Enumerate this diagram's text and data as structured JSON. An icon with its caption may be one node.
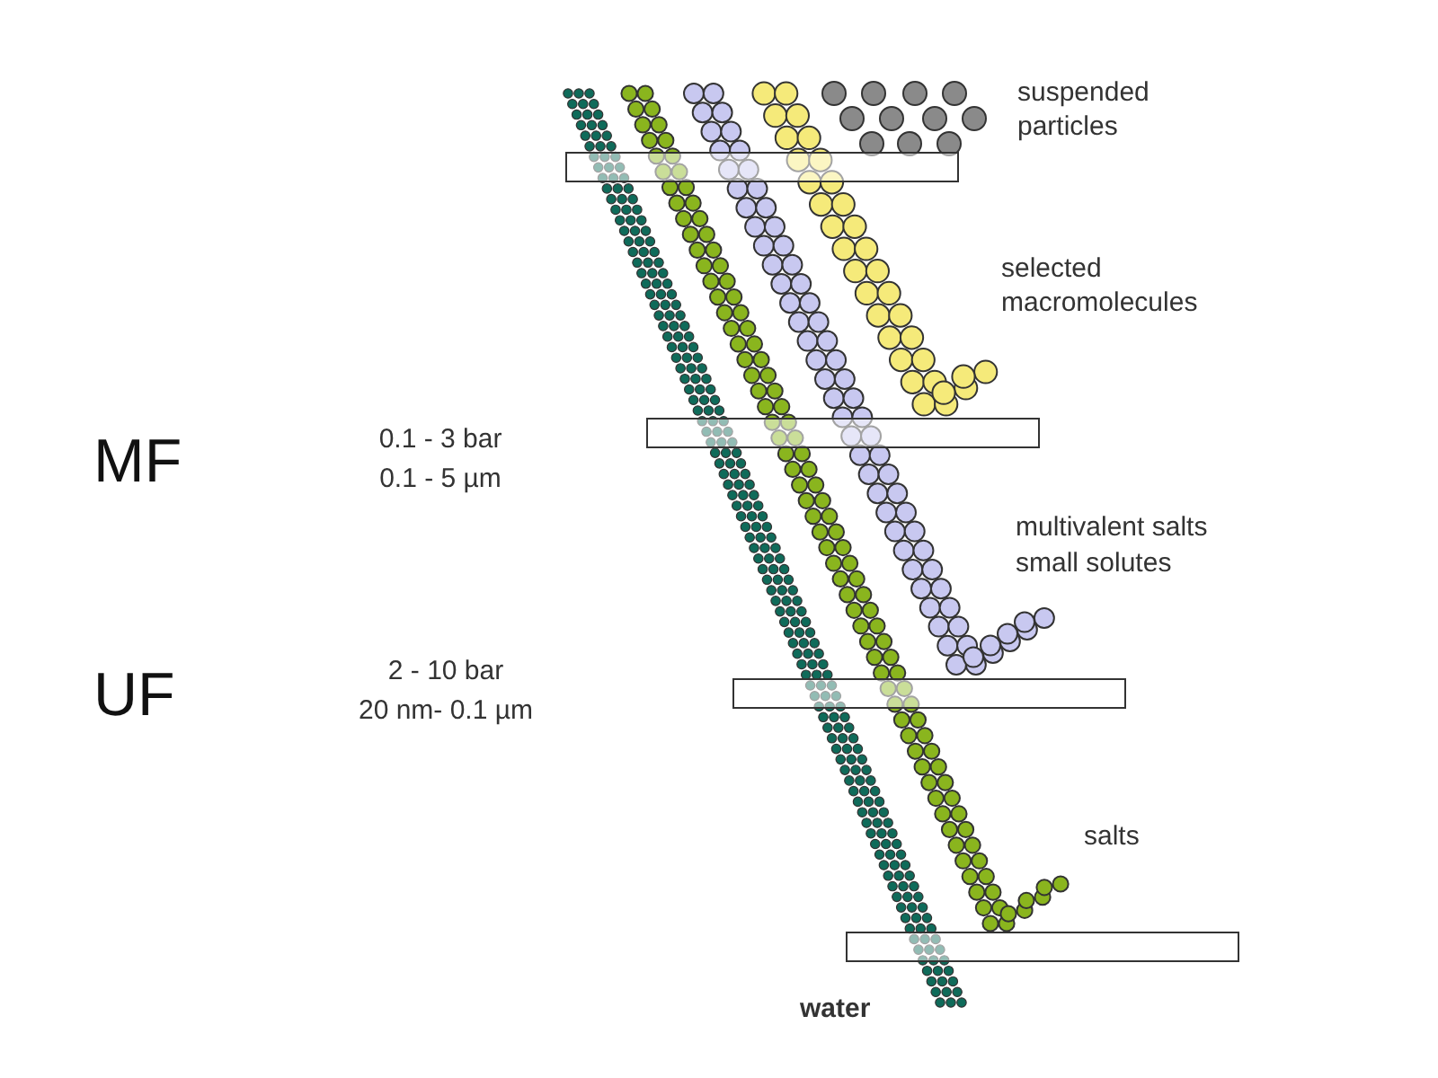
{
  "diagram": {
    "nodes": [
      {
        "text": [],
        "shape": "bar"
      },
      {
        "text": [],
        "shape": "bar"
      },
      {
        "text": [],
        "shape": "bar"
      },
      {
        "text": [],
        "shape": "bar"
      }
    ],
    "labels": [
      "suspended particles",
      "selected macromolecules",
      "MF",
      "0.1 - 3 bar",
      "0.1 - 5 µm",
      "multivalent salts",
      "small solutes",
      "UF",
      "2 - 10 bar",
      "20 nm- 0.1 µm",
      "salts",
      "water"
    ]
  }
}
